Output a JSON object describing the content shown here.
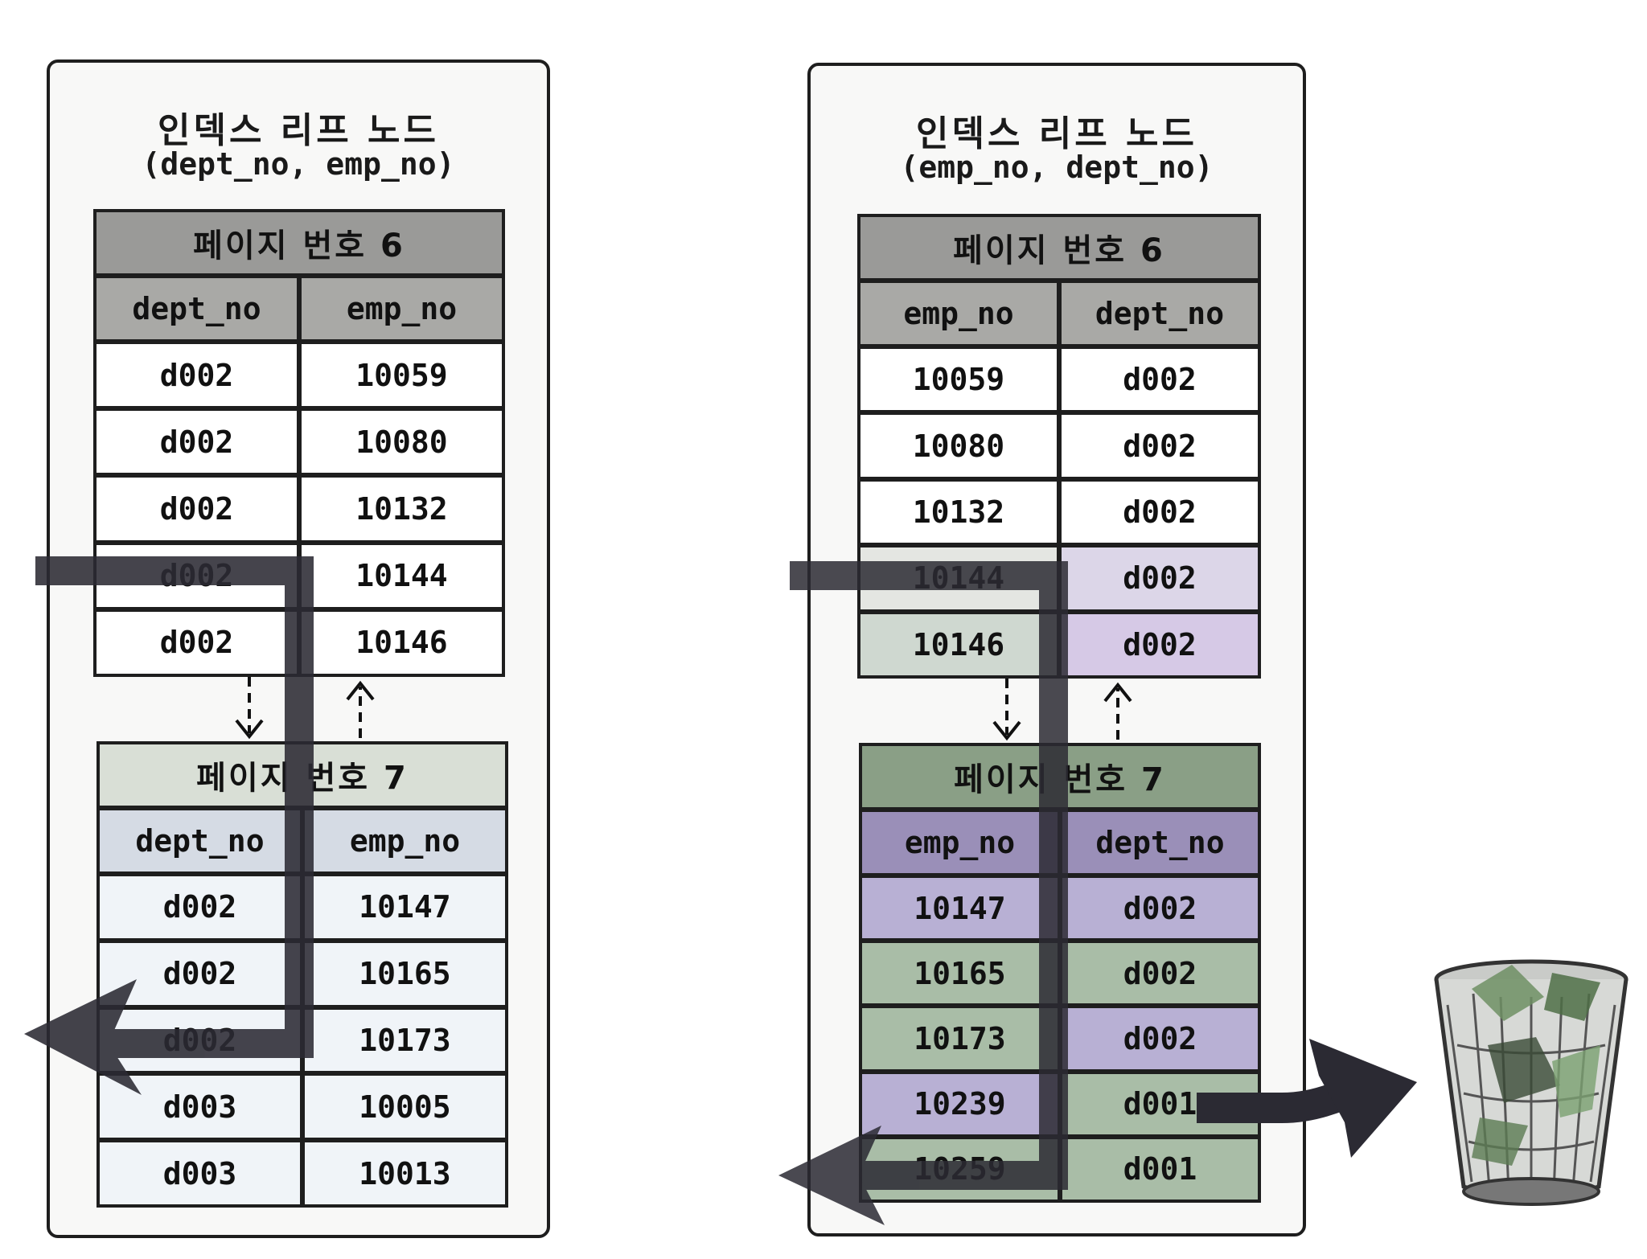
{
  "left": {
    "title": "인덱스 리프 노드",
    "subtitle": "(dept_no, emp_no)",
    "page6": {
      "header": "페이지 번호 6",
      "columns": [
        "dept_no",
        "emp_no"
      ],
      "rows": [
        [
          "d002",
          "10059"
        ],
        [
          "d002",
          "10080"
        ],
        [
          "d002",
          "10132"
        ],
        [
          "d002",
          "10144"
        ],
        [
          "d002",
          "10146"
        ]
      ]
    },
    "page7": {
      "header": "페이지 번호 7",
      "columns": [
        "dept_no",
        "emp_no"
      ],
      "rows": [
        [
          "d002",
          "10147"
        ],
        [
          "d002",
          "10165"
        ],
        [
          "d002",
          "10173"
        ],
        [
          "d003",
          "10005"
        ],
        [
          "d003",
          "10013"
        ]
      ]
    }
  },
  "right": {
    "title": "인덱스 리프 노드",
    "subtitle": "(emp_no, dept_no)",
    "page6": {
      "header": "페이지 번호 6",
      "columns": [
        "emp_no",
        "dept_no"
      ],
      "rows": [
        [
          "10059",
          "d002"
        ],
        [
          "10080",
          "d002"
        ],
        [
          "10132",
          "d002"
        ],
        [
          "10144",
          "d002"
        ],
        [
          "10146",
          "d002"
        ]
      ]
    },
    "page7": {
      "header": "페이지 번호 7",
      "columns": [
        "emp_no",
        "dept_no"
      ],
      "rows": [
        [
          "10147",
          "d002"
        ],
        [
          "10165",
          "d002"
        ],
        [
          "10173",
          "d002"
        ],
        [
          "10239",
          "d001"
        ],
        [
          "10259",
          "d001"
        ]
      ]
    }
  },
  "icons": {
    "trash": "trash-can-icon"
  }
}
